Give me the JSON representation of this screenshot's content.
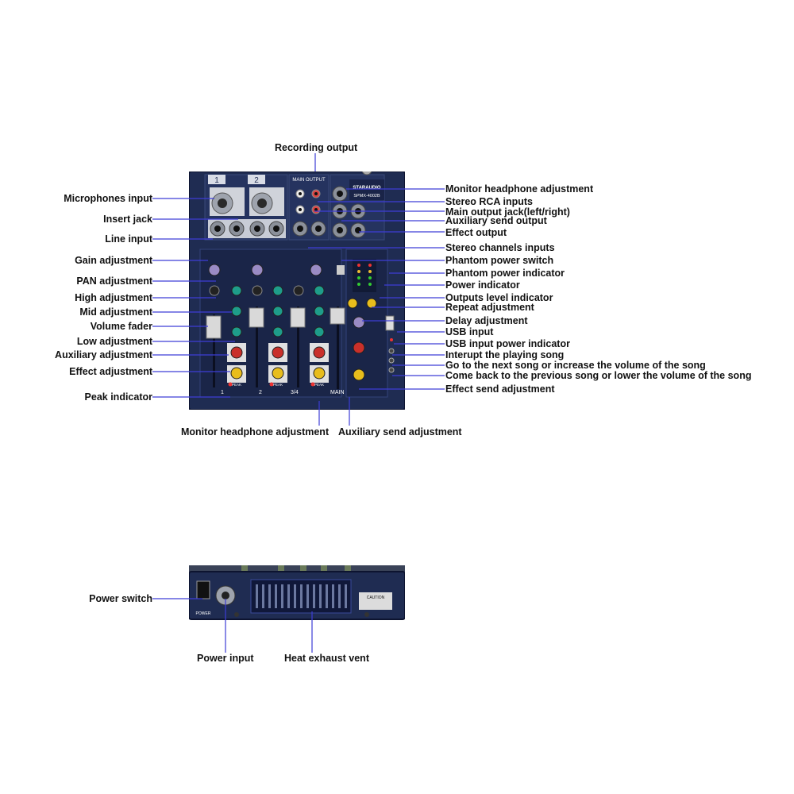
{
  "device": {
    "brand": "STARAUDIO",
    "model": "SPMX-4002B",
    "panel_text": {
      "main_output": "MAIN OUTPUT",
      "ch1": "1",
      "ch2": "2",
      "ch34": "3/4",
      "main": "MAIN",
      "peak": "PEAK",
      "power": "POWER",
      "caution": "CAUTION"
    }
  },
  "top_labels": {
    "recording_output": "Recording output"
  },
  "left_labels": [
    "Microphones input",
    "Insert jack",
    "Line input",
    "Gain adjustment",
    "PAN adjustment",
    "High adjustment",
    "Mid adjustment",
    "Volume fader",
    "Low adjustment",
    "Auxiliary adjustment",
    "Effect adjustment",
    "Peak indicator"
  ],
  "right_labels": [
    "Monitor headphone adjustment",
    "Stereo RCA inputs",
    "Main output jack(left/right)",
    "Auxiliary send output",
    "Effect output",
    "Stereo channels inputs",
    "Phantom power switch",
    "Phantom power indicator",
    "Power indicator",
    "Outputs level indicator",
    "Repeat adjustment",
    "Delay adjustment",
    "USB input",
    "USB input power indicator",
    "Interupt the playing song",
    "Go to the next song or increase the volume of the song",
    "Come back to the previous song or lower the volume of the song",
    "Effect send adjustment"
  ],
  "bottom_labels": {
    "monitor_headphone": "Monitor headphone adjustment",
    "auxiliary_send": "Auxiliary send adjustment"
  },
  "back_labels": {
    "power_switch": "Power switch",
    "power_input": "Power input",
    "heat_vent": "Heat exhaust vent"
  },
  "colors": {
    "panel": "#1f2c52",
    "panel_dark": "#141d3a",
    "leader": "#3d3dd6",
    "knob_purple": "#9a8bc4",
    "knob_teal": "#1e9d8a",
    "knob_red": "#c9302a",
    "knob_yellow": "#e8bd1c",
    "fader": "#d9d9d9"
  }
}
